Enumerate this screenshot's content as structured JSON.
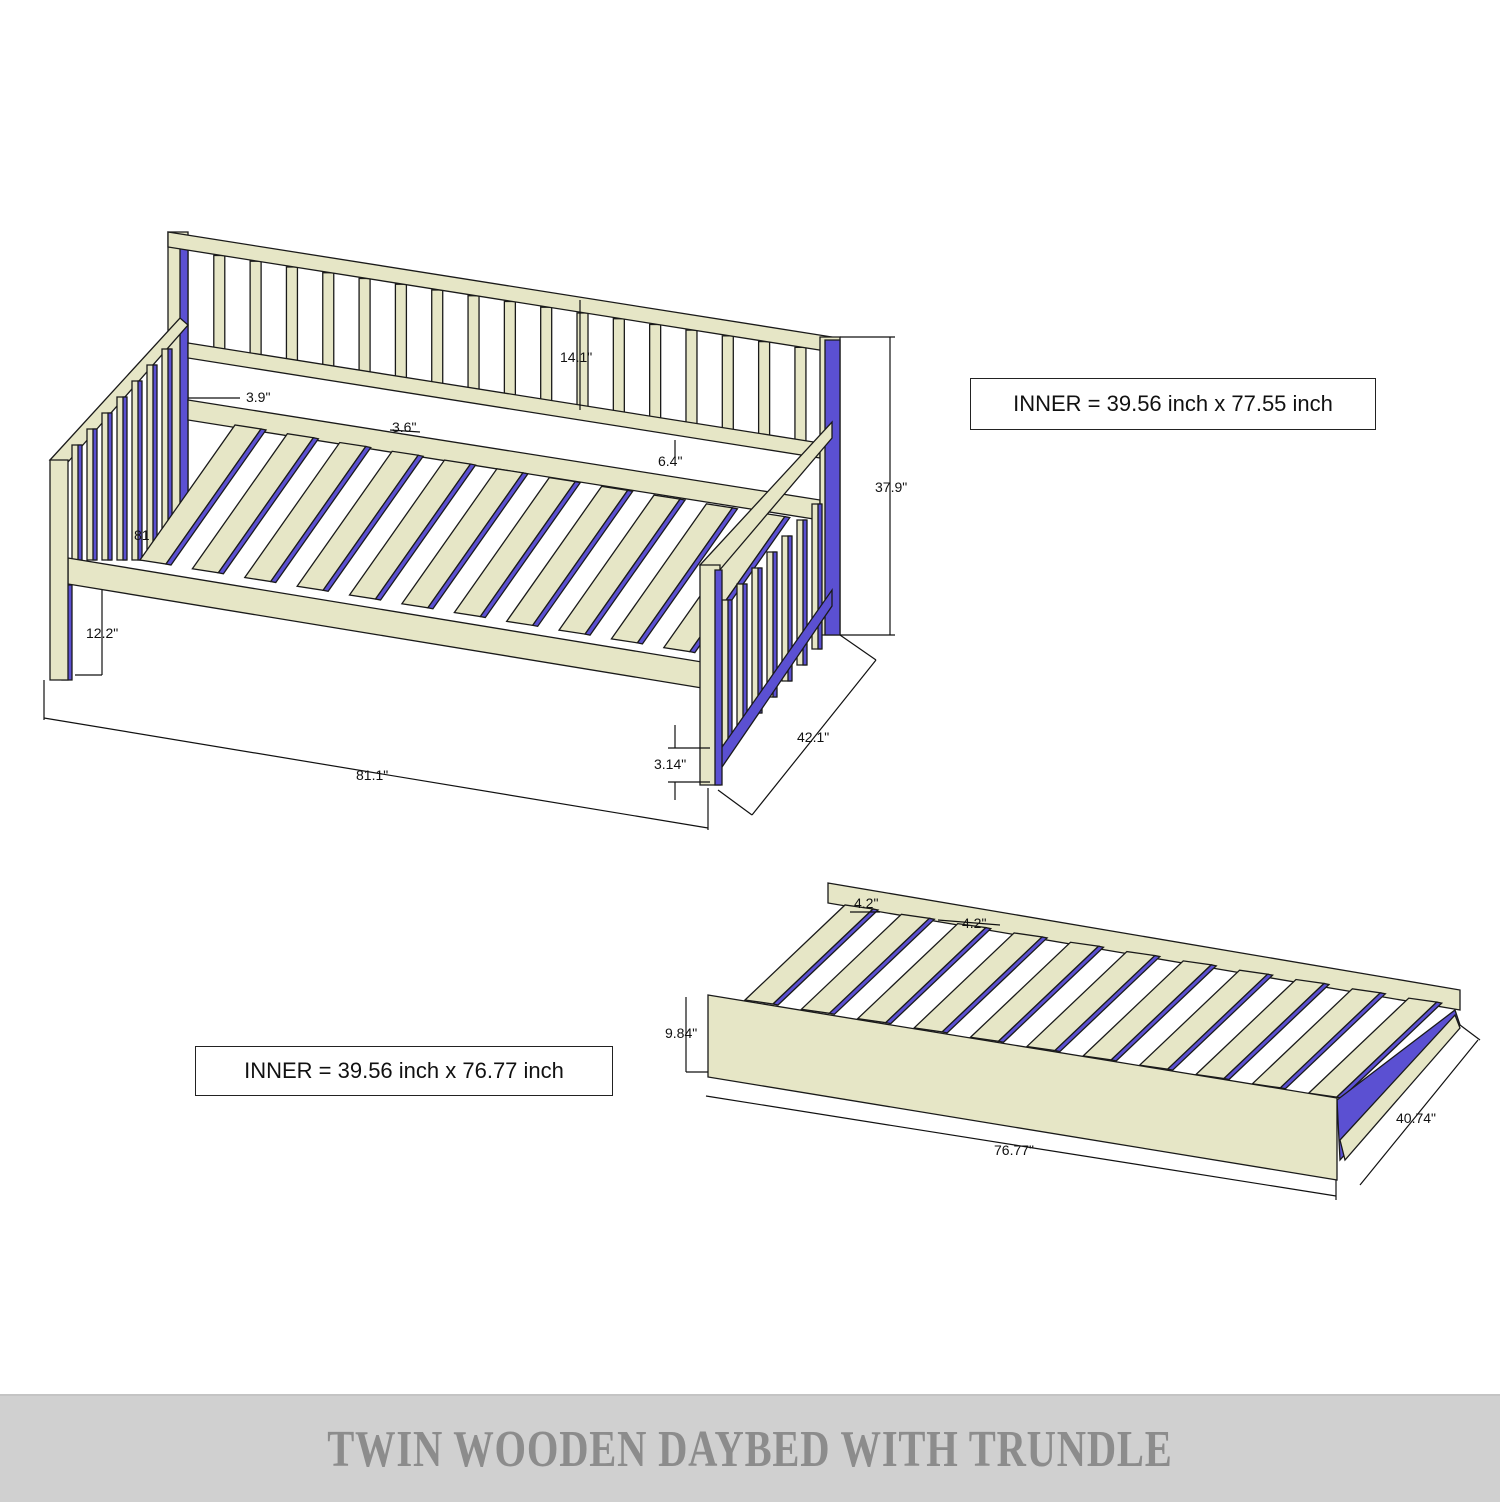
{
  "title": "TWIN WOODEN DAYBED WITH TRUNDLE",
  "colors": {
    "wood": "#e6e6c6",
    "shade": "#5b50d2",
    "outline": "#1a1a1a",
    "banner_bg": "#d0d0d0",
    "banner_text": "#8c8c8c"
  },
  "daybed": {
    "inner_label": "INNER = 39.56 inch x 77.55 inch",
    "dimensions": {
      "spindle_height": "14.1\"",
      "post_to_slat": "3.9\"",
      "slat_gap": "3.6\"",
      "rail_gap": "6.4\"",
      "total_height": "37.9\"",
      "spindle_gap": "81",
      "leg_clearance": "12.2\"",
      "depth": "42.1\"",
      "foot_height": "3.14\"",
      "length": "81.1\""
    }
  },
  "trundle": {
    "inner_label": "INNER = 39.56 inch x 76.77 inch",
    "dimensions": {
      "slat_gap_1": "4.2\"",
      "slat_gap_2": "4.2\"",
      "height": "9.84\"",
      "length": "76.77\"",
      "width": "40.74\""
    }
  }
}
